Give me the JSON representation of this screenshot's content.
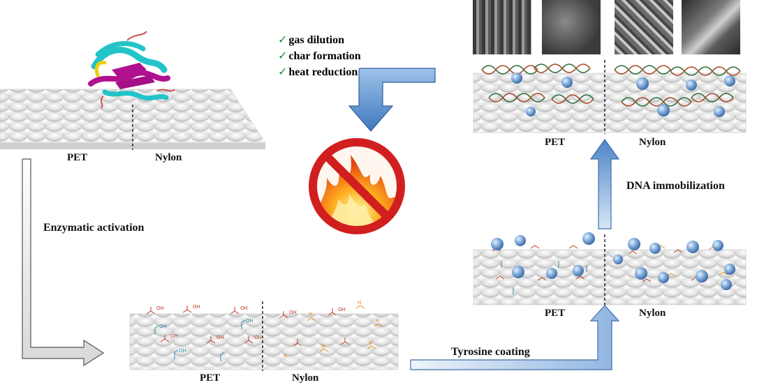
{
  "labels": {
    "panel1_left": "PET",
    "panel1_right": "Nylon",
    "panel2_left": "PET",
    "panel2_right": "Nylon",
    "panel3_left": "PET",
    "panel3_right": "Nylon",
    "panel4_left": "PET",
    "panel4_right": "Nylon"
  },
  "steps": {
    "enzymatic": "Enzymatic activation",
    "tyrosine": "Tyrosine coating",
    "dna": "DNA immobilization"
  },
  "mechanisms": [
    {
      "mark": "✓",
      "text": "gas dilution"
    },
    {
      "mark": "✓",
      "text": "char formation"
    },
    {
      "mark": "✓",
      "text": "heat reduction"
    }
  ],
  "colors": {
    "arrow_blue": "#4f86c6",
    "arrow_light": "#c7dbf1",
    "check_green": "#2e8b2e",
    "no_sign_red": "#d11f1f",
    "chem_red": "#c0392b",
    "chem_teal": "#2a8da8",
    "chem_orange": "#e08a1e",
    "sphere_blue": "#6e9fd6"
  },
  "icons": [
    "protein-icon",
    "no-fire-icon",
    "check-icon",
    "sem-image",
    "dna-helix-icon",
    "tyrosine-sphere-icon"
  ]
}
